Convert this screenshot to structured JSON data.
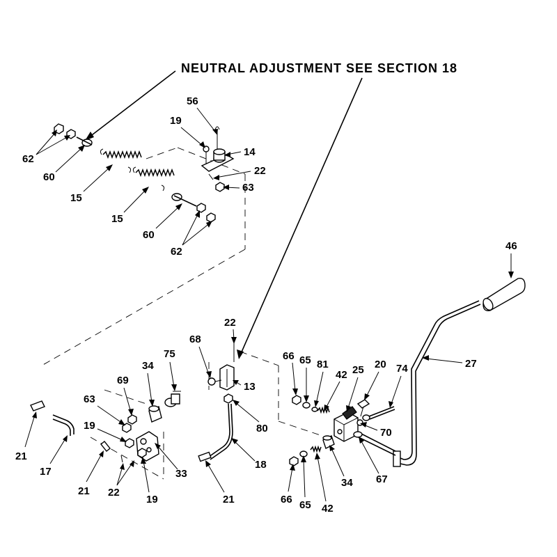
{
  "title": "NEUTRAL ADJUSTMENT SEE SECTION 18",
  "callouts": {
    "c56": "56",
    "c19a": "19",
    "c14": "14",
    "c22a": "22",
    "c63a": "63",
    "c62a": "62",
    "c60a": "60",
    "c15a": "15",
    "c15b": "15",
    "c60b": "60",
    "c62b": "62",
    "c46": "46",
    "c27": "27",
    "c22b": "22",
    "c68": "68",
    "c13": "13",
    "c80": "80",
    "c18": "18",
    "c21c": "21",
    "c75": "75",
    "c34a": "34",
    "c69": "69",
    "c63b": "63",
    "c19b": "19",
    "c33": "33",
    "c22c": "22",
    "c19c": "19",
    "c21a": "21",
    "c17": "17",
    "c21b": "21",
    "c66a": "66",
    "c65a": "65",
    "c81": "81",
    "c42a": "42",
    "c25": "25",
    "c20": "20",
    "c74": "74",
    "c70": "70",
    "c66b": "66",
    "c65b": "65",
    "c42b": "42",
    "c34b": "34",
    "c67": "67"
  }
}
